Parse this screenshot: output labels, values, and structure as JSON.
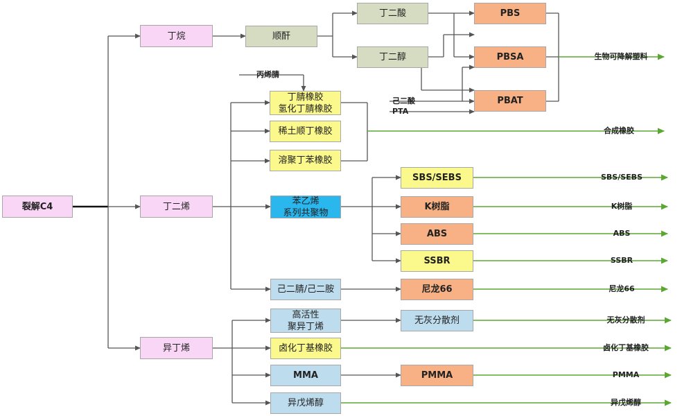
{
  "nodes": {
    "c4": "裂解C4",
    "butane": "丁烷",
    "maleic_anhydride": "顺酐",
    "succinic_acid": "丁二酸",
    "butanediol": "丁二醇",
    "pbs": "PBS",
    "pbsa": "PBSA",
    "pbat": "PBAT",
    "nbr_line1": "丁腈橡胶",
    "nbr_line2": "氢化丁腈橡胶",
    "ndbr": "稀土顺丁橡胶",
    "ssbr_rubber": "溶聚丁苯橡胶",
    "butadiene": "丁二烯",
    "styrenic_line1": "苯乙烯",
    "styrenic_line2": "系列共聚物",
    "sbs": "SBS/SEBS",
    "kresin": "K树脂",
    "abs": "ABS",
    "ssbr": "SSBR",
    "adn": "己二腈/己二胺",
    "nylon": "尼龙66",
    "hrpib_line1": "高活性",
    "hrpib_line2": "聚异丁烯",
    "ashless": "无灰分散剂",
    "halobutyl": "卤化丁基橡胶",
    "isobutylene": "异丁烯",
    "mma": "MMA",
    "pmma": "PMMA",
    "isoprenol": "异戊烯醇"
  },
  "inputs": {
    "acrylonitrile": "丙烯腈",
    "adipic_acid": "己二酸",
    "pta": "PTA"
  },
  "end_labels": {
    "bioplastic": "生物可降解塑料",
    "synthetic_rubber": "合成橡胶",
    "sbs": "SBS/SEBS",
    "kresin": "K树脂",
    "abs": "ABS",
    "ssbr": "SSBR",
    "nylon": "尼龙66",
    "ashless": "无灰分散剂",
    "halobutyl": "卤化丁基橡胶",
    "pmma": "PMMA",
    "isoprenol": "异戊烯醇"
  },
  "colors": {
    "connector": "#555555",
    "green_arrow": "#5aa832",
    "pink": "#f9d6f6",
    "olive": "#d6dcc2",
    "yellow": "#fbf88c",
    "cyan": "#2ab7ee",
    "orange": "#f7b184",
    "light_blue": "#bddcee"
  }
}
